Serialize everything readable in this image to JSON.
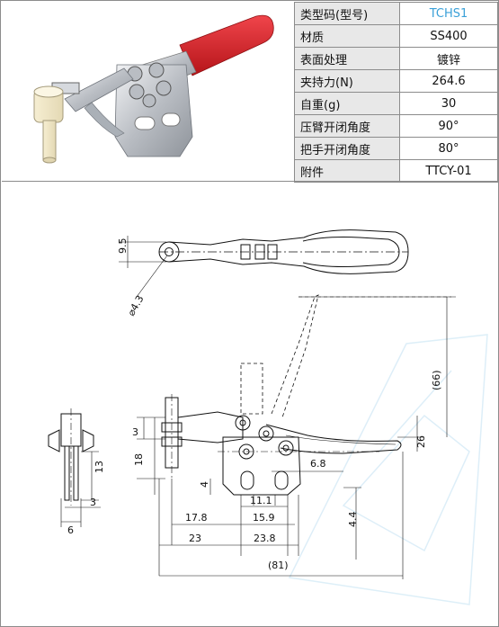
{
  "spec_table": {
    "rows": [
      {
        "label": "类型码(型号)",
        "value": "TCHS1"
      },
      {
        "label": "材质",
        "value": "SS400"
      },
      {
        "label": "表面处理",
        "value": "镀锌"
      },
      {
        "label": "夹持力(N)",
        "value": "264.6"
      },
      {
        "label": "自重(g)",
        "value": "30"
      },
      {
        "label": "压臂开闭角度",
        "value": "90°"
      },
      {
        "label": "把手开闭角度",
        "value": "80°"
      },
      {
        "label": "附件",
        "value": "TTCY-01"
      }
    ]
  },
  "drawing": {
    "dims": {
      "d9_5": "9.5",
      "d4_3": "⌀4.3",
      "d66": "(66)",
      "d26": "26",
      "d3": "3",
      "d18": "18",
      "d4": "4",
      "d6_8": "6.8",
      "d11_1": "11.1",
      "d15_9": "15.9",
      "d17_8": "17.8",
      "d23": "23",
      "d23_8": "23.8",
      "d81": "(81)",
      "d4_4": "4.4",
      "d13": "13",
      "d3b": "3",
      "d6": "6"
    }
  },
  "colors": {
    "handle_red": "#d8232a",
    "steel": "#c9ccd1",
    "accent_text": "#3aa0d8",
    "label_bg": "#e8e8e8"
  }
}
